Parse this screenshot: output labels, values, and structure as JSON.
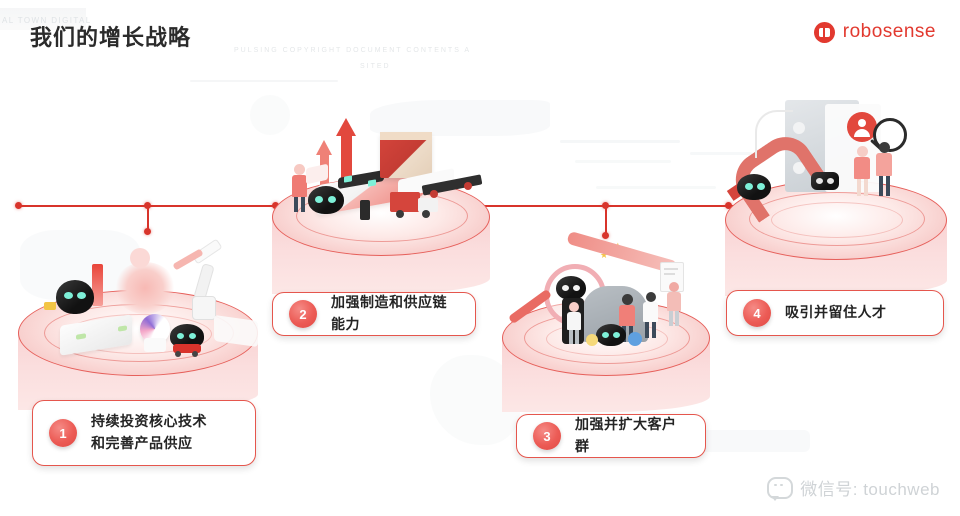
{
  "header": {
    "title": "我们的增长战略",
    "logo_text": "robosense",
    "logo_icon": "robosense-logo-icon",
    "accent_color": "#e2392f"
  },
  "timeline": {
    "line_color": "#d8342b",
    "nodes": [
      {
        "id": "start",
        "label": ""
      },
      {
        "id": "node-1",
        "label": ""
      },
      {
        "id": "node-2",
        "label": ""
      },
      {
        "id": "node-3",
        "label": ""
      },
      {
        "id": "node-4",
        "label": ""
      }
    ]
  },
  "steps": [
    {
      "number": "1",
      "lines": [
        "持续投资核心技术",
        "和完善产品供应"
      ],
      "scene": "lidar-robotics-rnd-platform",
      "scene_items": [
        "robot-arm-icon",
        "robot-head-icon",
        "lidar-sensor-icon",
        "small-robot-car-icon",
        "data-sphere-icon"
      ]
    },
    {
      "number": "2",
      "lines": [
        "加强制造和供应链能力"
      ],
      "scene": "manufacturing-supply-chain-platform",
      "scene_items": [
        "growth-arrow-icon",
        "conveyor-belt-icon",
        "cardboard-box-icon",
        "delivery-truck-icon",
        "worker-icon"
      ]
    },
    {
      "number": "3",
      "lines": [
        "加强并扩大客户群"
      ],
      "scene": "customer-base-platform",
      "scene_items": [
        "magnifier-icon",
        "star-icon",
        "customer-icon",
        "vehicle-icon",
        "document-icon"
      ]
    },
    {
      "number": "4",
      "lines": [
        "吸引并留住人才"
      ],
      "scene": "talent-attraction-platform",
      "scene_items": [
        "magnet-icon",
        "profile-card-icon",
        "user-badge-icon",
        "magnifier-icon",
        "recruiter-icon"
      ]
    }
  ],
  "watermark": {
    "icon": "wechat-bubble-icon",
    "text": "微信号: touchweb"
  },
  "colors": {
    "brand_red": "#e2392f",
    "line_red": "#d8342b",
    "card_border": "#e5564d",
    "pedestal_pink": "#f9d3d3",
    "title_dark": "#2b2b2b",
    "watermark_grey": "#cfd3d6"
  }
}
